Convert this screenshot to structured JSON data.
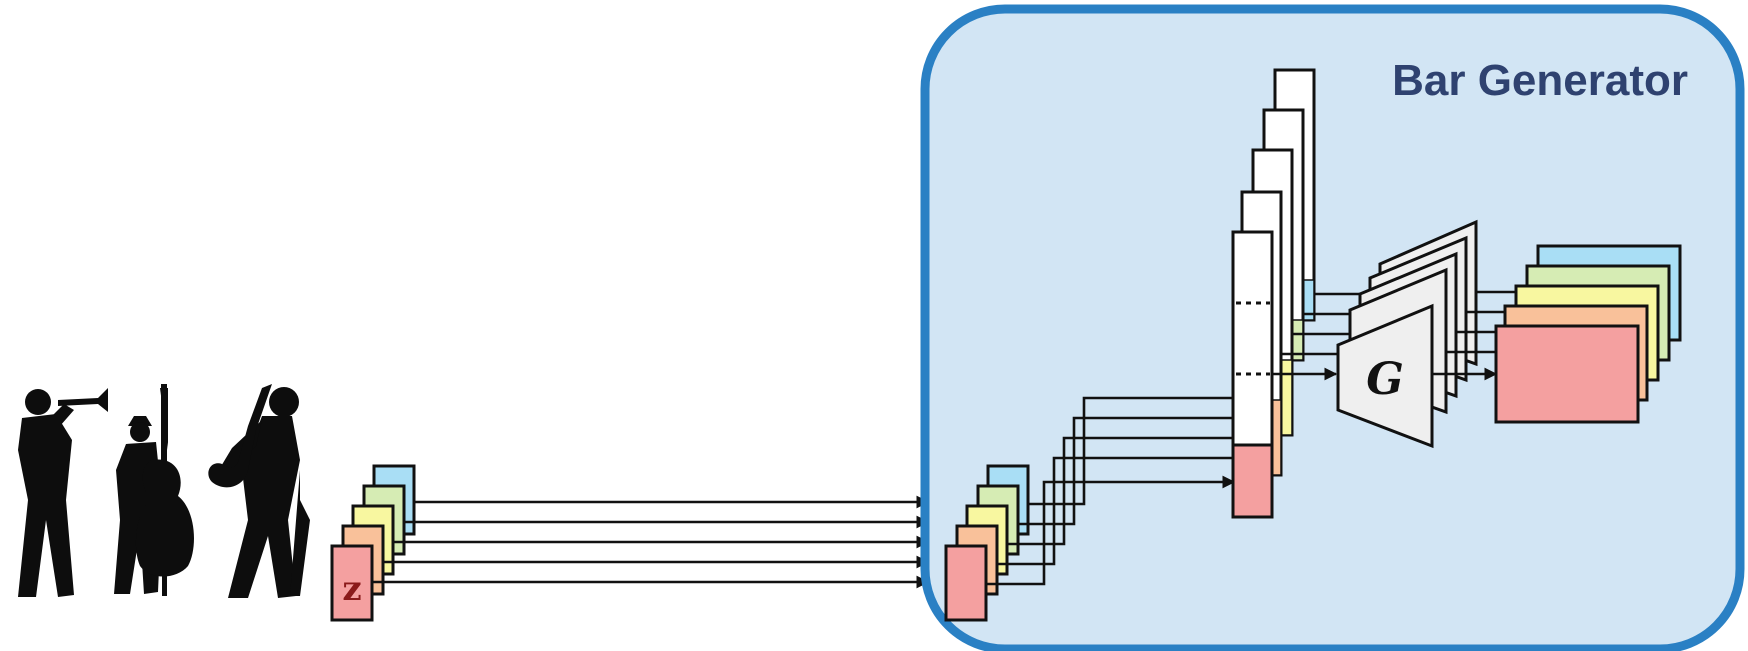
{
  "panel": {
    "title": "Bar Generator"
  },
  "labels": {
    "latent": "z",
    "generator": "G"
  },
  "track_colors": [
    "#f4a0a0",
    "#f9c19a",
    "#f8f7a0",
    "#d6ecb4",
    "#a9def5"
  ],
  "colors": {
    "panel_fill": "#d2e5f4",
    "panel_border": "#2a80c4",
    "title_text": "#2f4270",
    "generator_fill": "#efefef",
    "column_fill": "#ffffff"
  },
  "icons": [
    "jazz-band-silhouette-icon",
    "arrowhead-icon"
  ]
}
